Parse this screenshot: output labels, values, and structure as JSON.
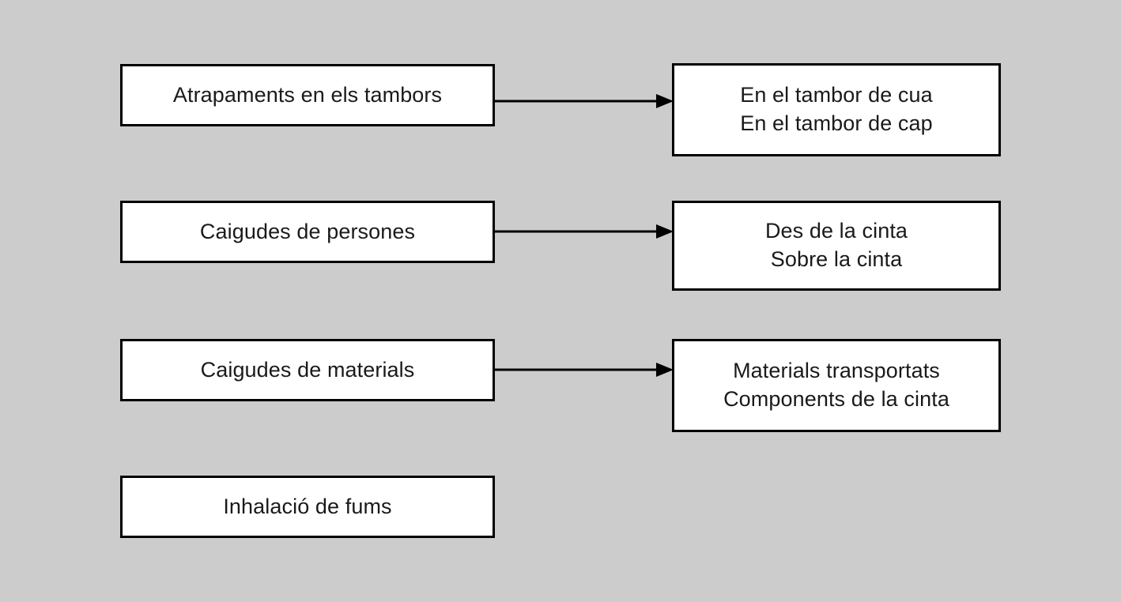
{
  "diagram": {
    "background_color": "#cccccc",
    "box_fill_color": "#ffffff",
    "box_border_color": "#000000",
    "arrow_color": "#000000",
    "rows": [
      {
        "cause": {
          "lines": [
            "Atrapaments en els tambors"
          ]
        },
        "arrow": {
          "name": "arrow-right"
        },
        "detail": {
          "lines": [
            "En el tambor de cua",
            "En el tambor de cap"
          ]
        }
      },
      {
        "cause": {
          "lines": [
            "Caigudes de persones"
          ]
        },
        "arrow": {
          "name": "arrow-right"
        },
        "detail": {
          "lines": [
            "Des de la cinta",
            "Sobre la cinta"
          ]
        }
      },
      {
        "cause": {
          "lines": [
            "Caigudes de materials"
          ]
        },
        "arrow": {
          "name": "arrow-right"
        },
        "detail": {
          "lines": [
            "Materials transportats",
            "Components de la cinta"
          ]
        }
      },
      {
        "cause": {
          "lines": [
            "Inhalació de fums"
          ]
        },
        "arrow": null,
        "detail": null
      }
    ]
  }
}
